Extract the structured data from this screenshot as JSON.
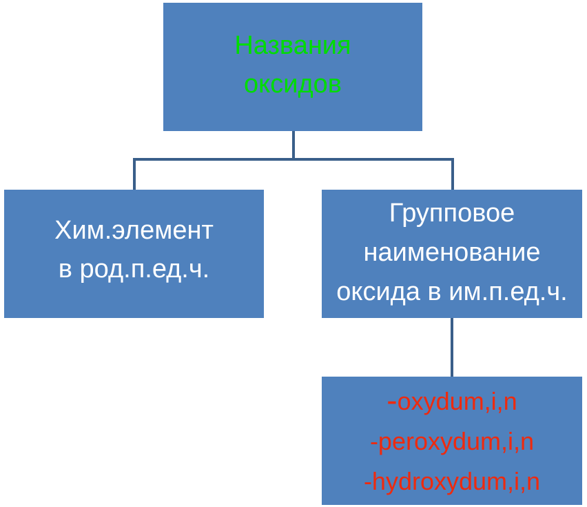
{
  "colors": {
    "box_fill": "#4f81bd",
    "connector": "#3a5f8a",
    "root_text": "#00dd00",
    "level_text": "#ffffff",
    "suffix_text": "#ee2a0e"
  },
  "root": {
    "lines": [
      "Названия",
      "оксидов"
    ]
  },
  "left": {
    "lines": [
      "Хим.элемент",
      "в род.п.ед.ч."
    ]
  },
  "right": {
    "lines": [
      "Групповое",
      "наименование",
      "оксида в им.п.ед.ч."
    ]
  },
  "suffixes": {
    "first_dash": "-",
    "first_rest": "oxydum,i,n",
    "lines": [
      "-peroxydum,i,n",
      "-hydroxydum,i,n"
    ]
  }
}
